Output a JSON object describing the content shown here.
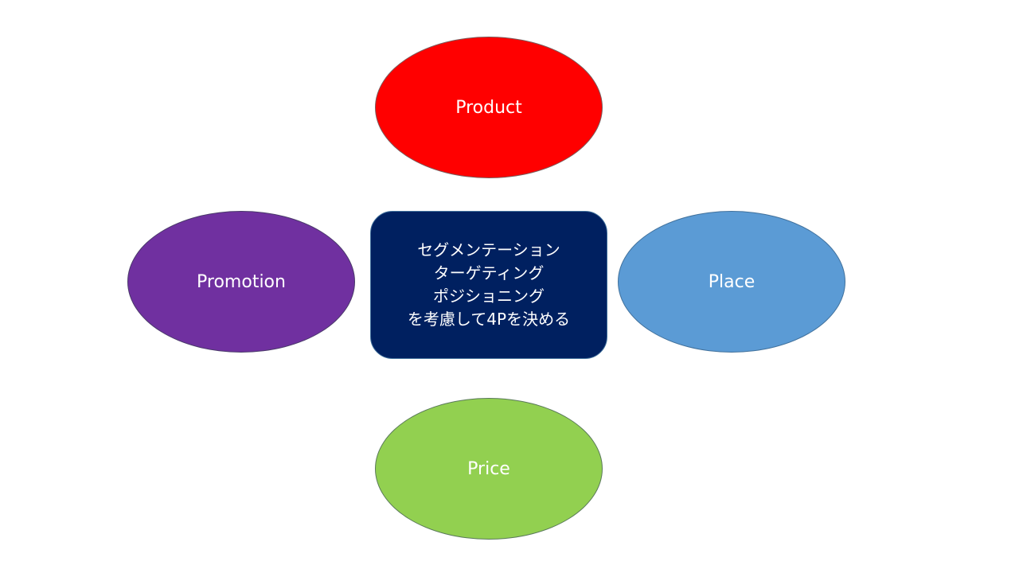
{
  "nodes": {
    "product": "Product",
    "promotion": "Promotion",
    "place": "Place",
    "price": "Price"
  },
  "center": {
    "lines": [
      "セグメンテーション",
      "ターゲティング",
      "ポジショニング",
      "を考慮して4Pを決める"
    ]
  },
  "colors": {
    "product": "#ff0000",
    "promotion": "#7030a0",
    "place": "#5b9bd5",
    "price": "#92d050",
    "center": "#002060"
  }
}
